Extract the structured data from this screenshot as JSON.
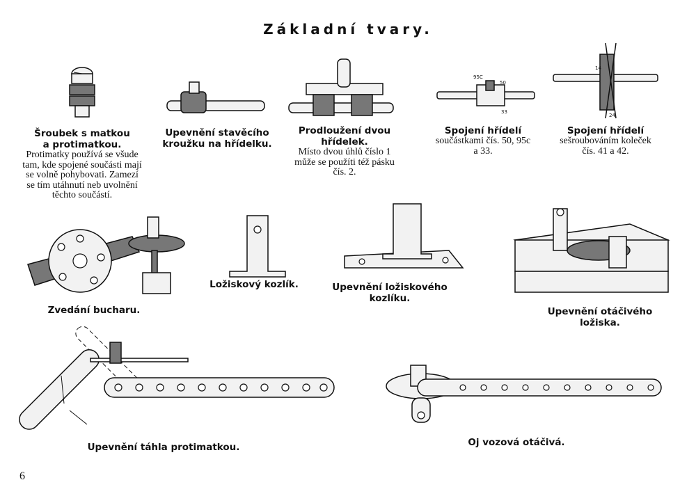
{
  "title": "Základní tvary.",
  "page_number": "6",
  "figures": [
    {
      "title_lines": [
        "Šroubek s matkou",
        "a protimatkou."
      ],
      "text_lines": [
        "Protimatky používá se všude",
        "tam, kde spojené součásti mají",
        "se volně pohybovati. Zamezí",
        "se tím utáhnutí neb uvolnění",
        "těchto součástí."
      ]
    },
    {
      "title_lines": [
        "Upevnění stavěcího",
        "kroužku na hřídelku."
      ]
    },
    {
      "title_lines": [
        "Prodloužení dvou",
        "hřídelek."
      ],
      "text_lines": [
        "Místo dvou úhlů číslo 1",
        "může se použíti též pásku",
        "čís. 2."
      ]
    },
    {
      "title_lines": [
        "Spojení hřídelí"
      ],
      "text_lines": [
        "součástkami čís. 50, 95c",
        "a 33."
      ],
      "part_labels": [
        "95C",
        "50",
        "33"
      ]
    },
    {
      "title_lines": [
        "Spojení hřídelí"
      ],
      "text_lines": [
        "sešroubováním koleček",
        "čís. 41 a 42."
      ],
      "part_labels": [
        "14",
        "24"
      ]
    },
    {
      "title_lines": [
        "Zvedání bucharu."
      ]
    },
    {
      "title_lines": [
        "Ložiskový kozlík."
      ]
    },
    {
      "title_lines": [
        "Upevnění ložiskového",
        "kozlíku."
      ]
    },
    {
      "title_lines": [
        "Upevnění otáčivého",
        "ložiska."
      ]
    },
    {
      "title_lines": [
        "Upevnění táhla protimatkou."
      ]
    },
    {
      "title_lines": [
        "Oj vozová otáčivá."
      ]
    }
  ]
}
